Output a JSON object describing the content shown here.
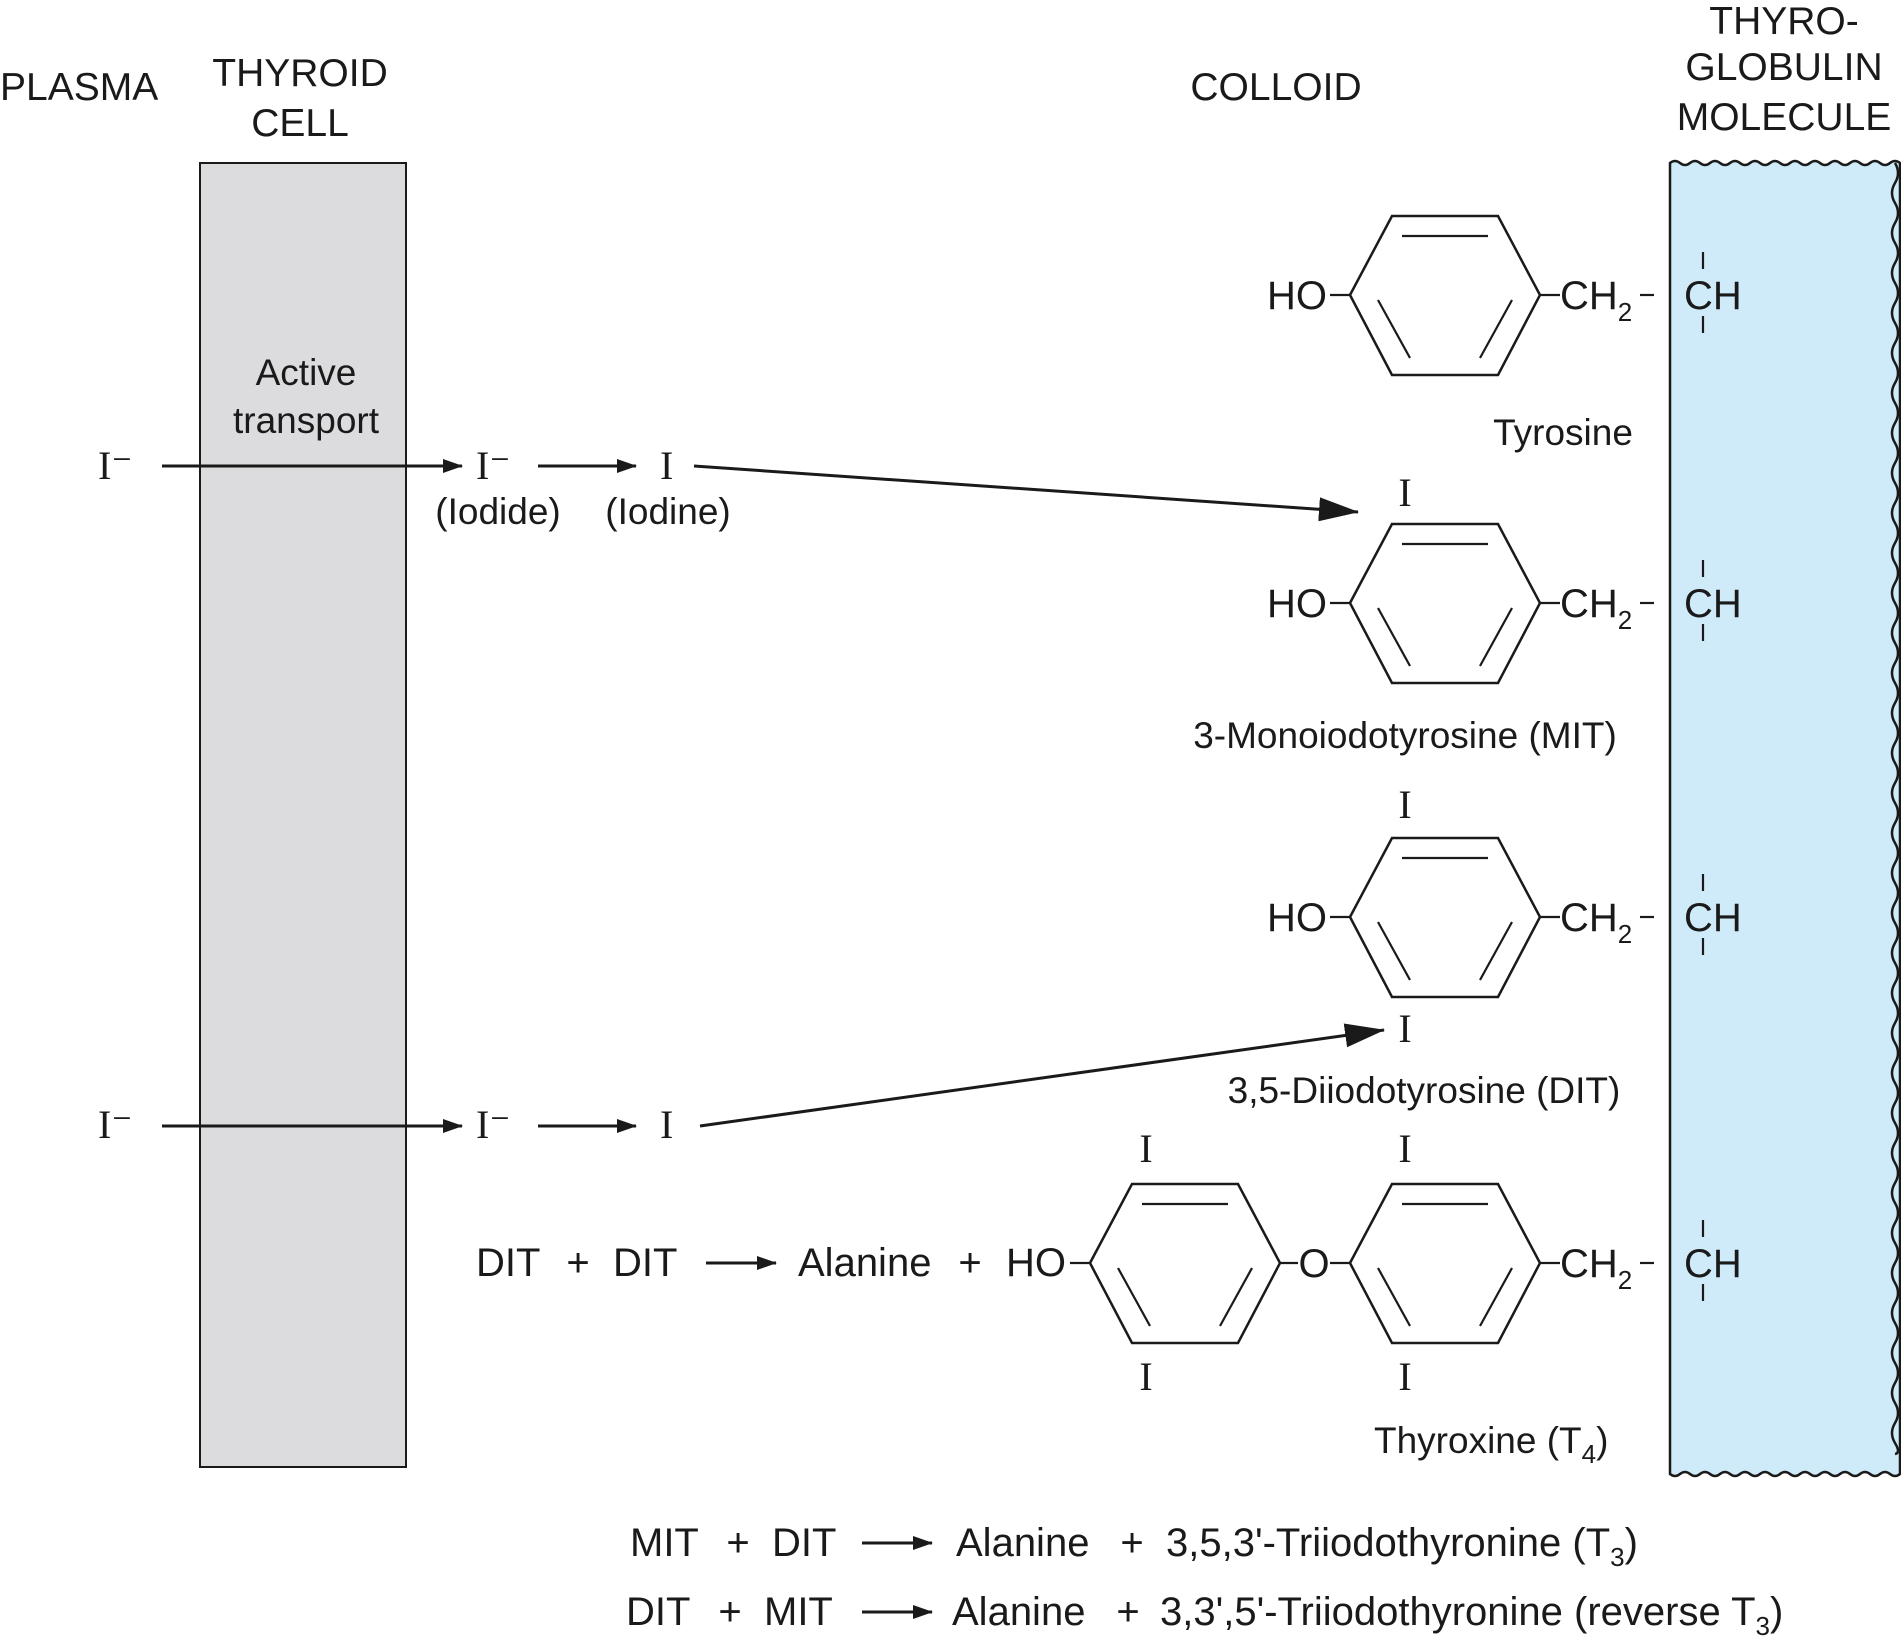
{
  "headers": {
    "plasma": "PLASMA",
    "thyroid_cell_1": "THYROID",
    "thyroid_cell_2": "CELL",
    "colloid": "COLLOID",
    "thyroglobulin_1": "THYRO-",
    "thyroglobulin_2": "GLOBULIN",
    "thyroglobulin_3": "MOLECULE"
  },
  "transport": {
    "line1": "Active",
    "line2": "transport"
  },
  "pathway_top": {
    "iodide_plasma": "I⁻",
    "iodide_cell": "I⁻",
    "iodine": "I",
    "iodide_label": "(Iodide)",
    "iodine_label": "(Iodine)"
  },
  "pathway_bottom": {
    "iodide_plasma": "I⁻",
    "iodide_cell": "I⁻",
    "iodine": "I"
  },
  "molecules": {
    "tyrosine": {
      "name": "Tyrosine",
      "ho": "HO",
      "ch2": "CH",
      "ch2_sub": "2",
      "ch": "CH"
    },
    "mit": {
      "name": "3-Monoiodotyrosine (MIT)",
      "ho": "HO",
      "ch2": "CH",
      "ch2_sub": "2",
      "ch": "CH",
      "i_top": "I"
    },
    "dit": {
      "name": "3,5-Diiodotyrosine (DIT)",
      "ho": "HO",
      "ch2": "CH",
      "ch2_sub": "2",
      "ch": "CH",
      "i_top": "I",
      "i_bottom": "I"
    },
    "t4": {
      "name": "Thyroxine (T",
      "name_sub": "4",
      "name_end": ")",
      "ho": "HO",
      "o": "O",
      "ch2": "CH",
      "ch2_sub": "2",
      "ch": "CH",
      "i_left_top": "I",
      "i_left_bottom": "I",
      "i_right_top": "I",
      "i_right_bottom": "I"
    }
  },
  "reactions": {
    "t4": {
      "a": "DIT",
      "plus1": "+",
      "b": "DIT",
      "product": "Alanine",
      "plus2": "+"
    },
    "t3": {
      "a": "MIT",
      "plus1": "+",
      "b": "DIT",
      "product": "Alanine",
      "plus2": "+",
      "result": "3,5,3'-Triiodothyronine (T",
      "result_sub": "3",
      "result_end": ")"
    },
    "rt3": {
      "a": "DIT",
      "plus1": "+",
      "b": "MIT",
      "product": "Alanine",
      "plus2": "+",
      "result": "3,3',5'-Triiodothyronine (reverse T",
      "result_sub": "3",
      "result_end": ")"
    }
  },
  "colors": {
    "cell_fill": "#dcdcde",
    "thyroglobulin_fill": "#cfeaf8",
    "ink": "#1a1a1a"
  }
}
